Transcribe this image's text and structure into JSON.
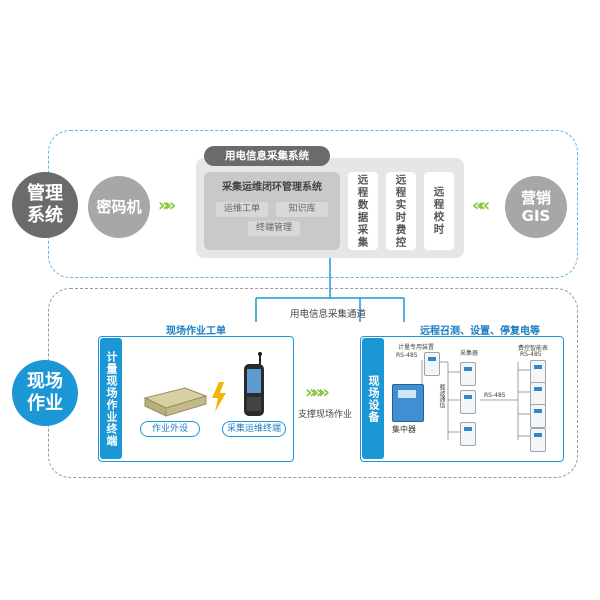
{
  "management": {
    "label": "管理\n系统",
    "left_circle": "密码机",
    "right_circle": "营销\nGIS",
    "title": "用电信息采集系统",
    "loop_system": {
      "title": "采集运维闭环管理系统",
      "tags": [
        "运维工单",
        "知识库",
        "终端管理"
      ]
    },
    "columns": [
      "远程数据采集",
      "远程实时费控",
      "远程校时"
    ]
  },
  "channel_label": "用电信息采集通道",
  "field": {
    "label": "现场\n作业",
    "work_order_label": "现场作业工单",
    "terminal_bar": "计量现场作业终端",
    "device_pills": [
      "作业外设",
      "采集运维终端"
    ],
    "support_label": "支撑现场作业",
    "remote_label": "远程召测、设置、停复电等",
    "device_bar": "现场设备",
    "concentrator": "集中器",
    "small": {
      "meter_device": "计量专用装置",
      "rs485_a": "RS-485",
      "collector": "采集器",
      "carrier": "载波通信",
      "rs485_b": "RS-485",
      "cost_meter": "费控智能表",
      "rs485_c": "RS-485"
    }
  },
  "colors": {
    "blue": "#1c97d6",
    "green": "#8cc63f",
    "gray_dark": "#6b6b6b",
    "gray_light": "#a7a7a7"
  }
}
